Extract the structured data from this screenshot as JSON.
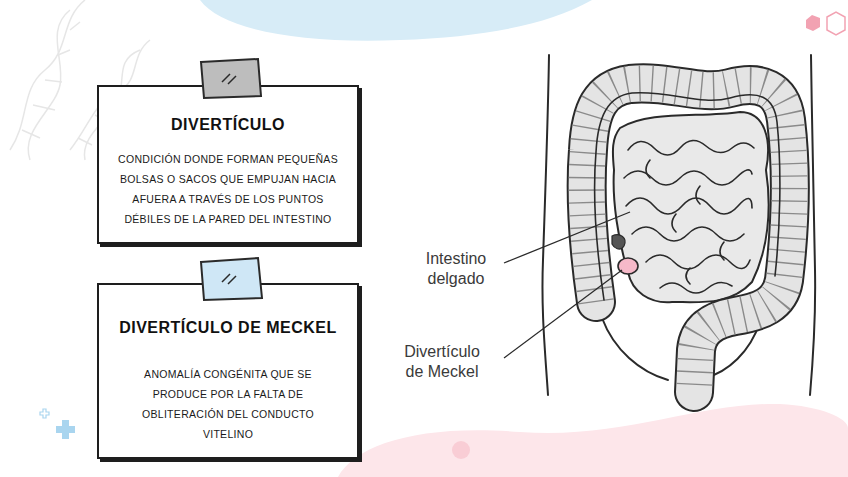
{
  "diagram": {
    "nodes": [
      {
        "text": [
          "DIVERTÍCULO",
          "CONDICIÓN DONDE FORMAN PEQUEÑAS BOLSAS O SACOS QUE EMPUJAN HACIA AFUERA A TRAVÉS DE LOS PUNTOS DÉBILES DE LA PARED DEL INTESTINO"
        ]
      },
      {
        "text": [
          "DIVERTÍCULO DE MECKEL",
          "ANOMALÍA CONGÉNITA QUE SE PRODUCE POR LA FALTA DE OBLITERACIÓN DEL CONDUCTO VITELINO"
        ]
      }
    ],
    "edges": [],
    "labels": [
      "Intestino delgado",
      "Divertículo de Meckel"
    ]
  }
}
